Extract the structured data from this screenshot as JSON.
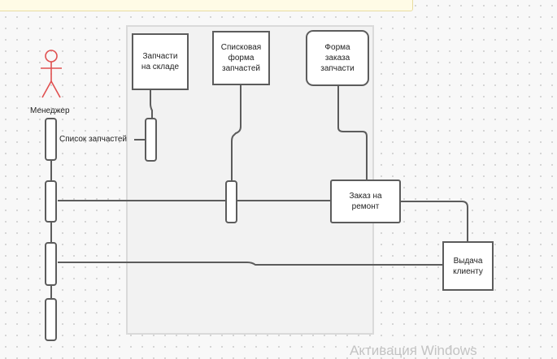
{
  "diagram": {
    "actor": {
      "label": "Менеджер",
      "color": "#e05050"
    },
    "nodes": {
      "parts_in_stock": "Запчасти\nна складе",
      "parts_list_form": "Списковая\nформа\nзапчастей",
      "parts_order_form": "Форма\nзаказа\nзапчасти",
      "repair_order": "Заказ на\nремонт",
      "client_delivery": "Выдача\nклиенту"
    },
    "message_label": "Список запчастей"
  },
  "watermark": "Активация Windows",
  "colors": {
    "stroke": "#5c5c5c",
    "frame": "#f2f2f2",
    "note": "#fffbe6"
  }
}
